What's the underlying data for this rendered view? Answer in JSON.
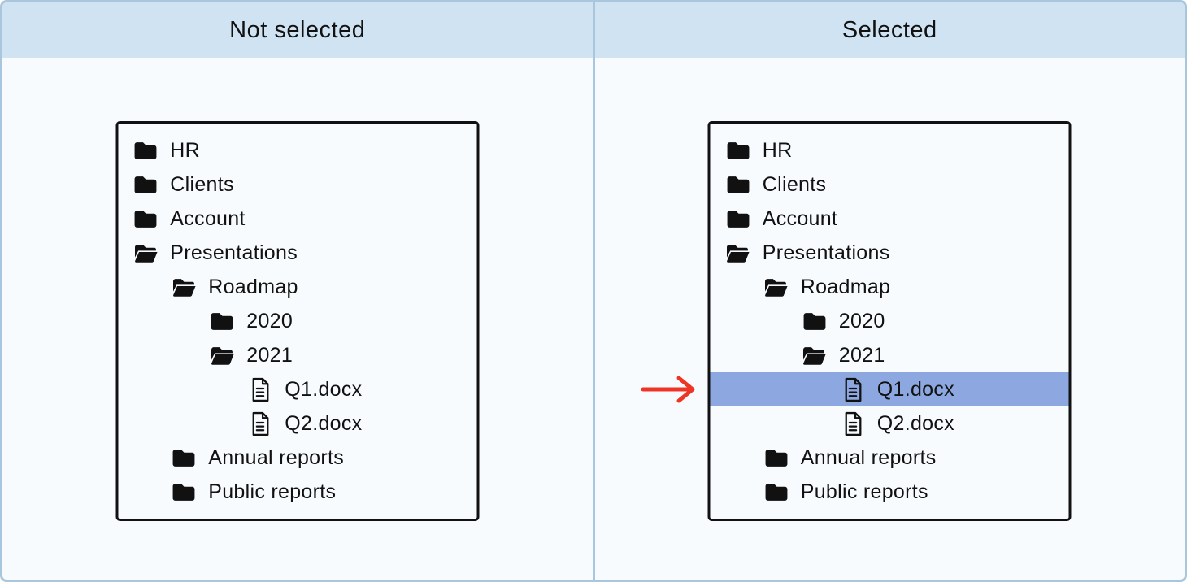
{
  "colors": {
    "header_bg": "#cfe3f2",
    "frame_border": "#a9c6dc",
    "panel_bg": "#f8fbfe",
    "tree_border": "#111111",
    "selection_bg": "#8da8e0",
    "arrow_color": "#ee3425",
    "text_color": "#111111"
  },
  "panels": [
    {
      "id": "not-selected",
      "header": "Not selected",
      "has_arrow": false,
      "tree": [
        {
          "label": "HR",
          "icon": "folder-icon",
          "level": 0,
          "selected": false
        },
        {
          "label": "Clients",
          "icon": "folder-icon",
          "level": 0,
          "selected": false
        },
        {
          "label": "Account",
          "icon": "folder-icon",
          "level": 0,
          "selected": false
        },
        {
          "label": "Presentations",
          "icon": "folder-open-icon",
          "level": 0,
          "selected": false
        },
        {
          "label": "Roadmap",
          "icon": "folder-open-icon",
          "level": 1,
          "selected": false
        },
        {
          "label": "2020",
          "icon": "folder-icon",
          "level": 2,
          "selected": false
        },
        {
          "label": "2021",
          "icon": "folder-open-icon",
          "level": 2,
          "selected": false
        },
        {
          "label": "Q1.docx",
          "icon": "document-icon",
          "level": 3,
          "selected": false
        },
        {
          "label": "Q2.docx",
          "icon": "document-icon",
          "level": 3,
          "selected": false
        },
        {
          "label": "Annual reports",
          "icon": "folder-icon",
          "level": 1,
          "selected": false
        },
        {
          "label": "Public reports",
          "icon": "folder-icon",
          "level": 1,
          "selected": false
        }
      ]
    },
    {
      "id": "selected",
      "header": "Selected",
      "has_arrow": true,
      "tree": [
        {
          "label": "HR",
          "icon": "folder-icon",
          "level": 0,
          "selected": false
        },
        {
          "label": "Clients",
          "icon": "folder-icon",
          "level": 0,
          "selected": false
        },
        {
          "label": "Account",
          "icon": "folder-icon",
          "level": 0,
          "selected": false
        },
        {
          "label": "Presentations",
          "icon": "folder-open-icon",
          "level": 0,
          "selected": false
        },
        {
          "label": "Roadmap",
          "icon": "folder-open-icon",
          "level": 1,
          "selected": false
        },
        {
          "label": "2020",
          "icon": "folder-icon",
          "level": 2,
          "selected": false
        },
        {
          "label": "2021",
          "icon": "folder-open-icon",
          "level": 2,
          "selected": false
        },
        {
          "label": "Q1.docx",
          "icon": "document-icon",
          "level": 3,
          "selected": true
        },
        {
          "label": "Q2.docx",
          "icon": "document-icon",
          "level": 3,
          "selected": false
        },
        {
          "label": "Annual reports",
          "icon": "folder-icon",
          "level": 1,
          "selected": false
        },
        {
          "label": "Public reports",
          "icon": "folder-icon",
          "level": 1,
          "selected": false
        }
      ]
    }
  ]
}
